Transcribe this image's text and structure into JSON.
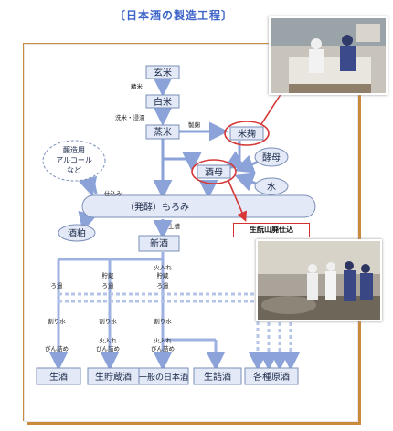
{
  "title": "〔日本酒の製造工程〕",
  "colors": {
    "box_fill": "#e3e9f6",
    "box_stroke": "#7b8fb8",
    "arrow": "#8ba3d8",
    "highlight": "#d63838",
    "frame": "#c98a3c"
  },
  "nodes": {
    "genmai": "玄米",
    "hakumai": "白米",
    "mushimai": "蒸米",
    "komekoji": "米麹",
    "shubo": "酒母",
    "kobo": "酵母",
    "mizu": "水",
    "jozo_alcohol": [
      "醸造用",
      "アルコール",
      "など"
    ],
    "moromi": "（発酵）もろみ",
    "sakekasu": "酒粕",
    "shinshu": "新酒",
    "namazake": "生酒",
    "namachozoshu": "生貯蔵酒",
    "ippan": "一般の日本酒",
    "namazumeshu": "生詰酒",
    "genshu": "各種原酒"
  },
  "step_labels": {
    "seimai": "精米",
    "senmai": "洗米・浸漬",
    "seikiku": "製麹",
    "shikomi": "仕込み",
    "josou": "上槽"
  },
  "branch_labels": {
    "col1": [
      "ろ過",
      "割り水",
      "びん詰め"
    ],
    "col2": [
      "貯蔵",
      "ろ過",
      "割り水",
      "火入れ",
      "びん詰め"
    ],
    "col3": [
      "火入れ",
      "貯蔵",
      "ろ過",
      "割り水",
      "火入れ",
      "びん詰め"
    ]
  },
  "callout": "生酛山廃仕込"
}
